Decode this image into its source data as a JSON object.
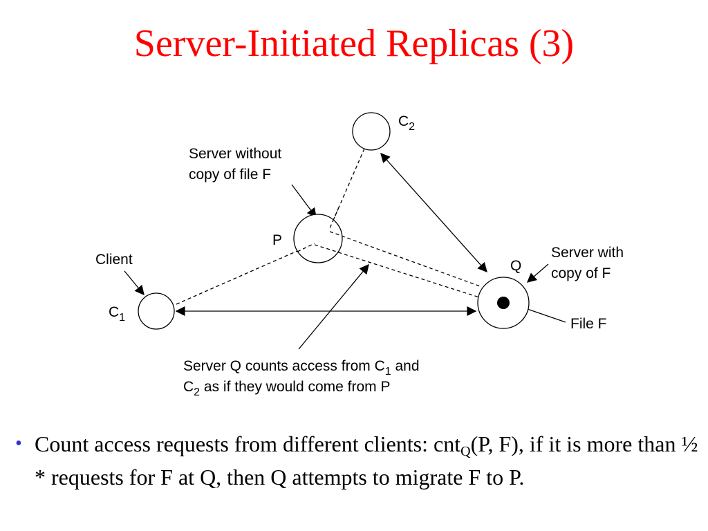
{
  "title": "Server-Initiated Replicas (3)",
  "colors": {
    "title": "#ff0000",
    "bullet": "#3333cc",
    "text": "#000000"
  },
  "diagram": {
    "nodes": {
      "c2": {
        "label": "C",
        "sub": "2"
      },
      "p": {
        "label": "P"
      },
      "c1": {
        "label": "C",
        "sub": "1"
      },
      "q": {
        "label": "Q"
      }
    },
    "annotations": {
      "server_without_line1": "Server without",
      "server_without_line2": "copy of file F",
      "client": "Client",
      "server_with_line1": "Server with",
      "server_with_line2": "copy of F",
      "file_f": "File F",
      "note_line1_a": "Server Q counts access from C",
      "note_line1_sub": "1",
      "note_line1_b": " and",
      "note_line2_a": "C",
      "note_line2_sub": "2",
      "note_line2_b": "  as if they would come from P"
    }
  },
  "bullet": {
    "text_a": "Count access requests from different clients: cnt",
    "text_sub": "Q",
    "text_b": "(P, F), if it is more than ½ * requests for F at Q, then Q attempts to migrate F to P."
  }
}
